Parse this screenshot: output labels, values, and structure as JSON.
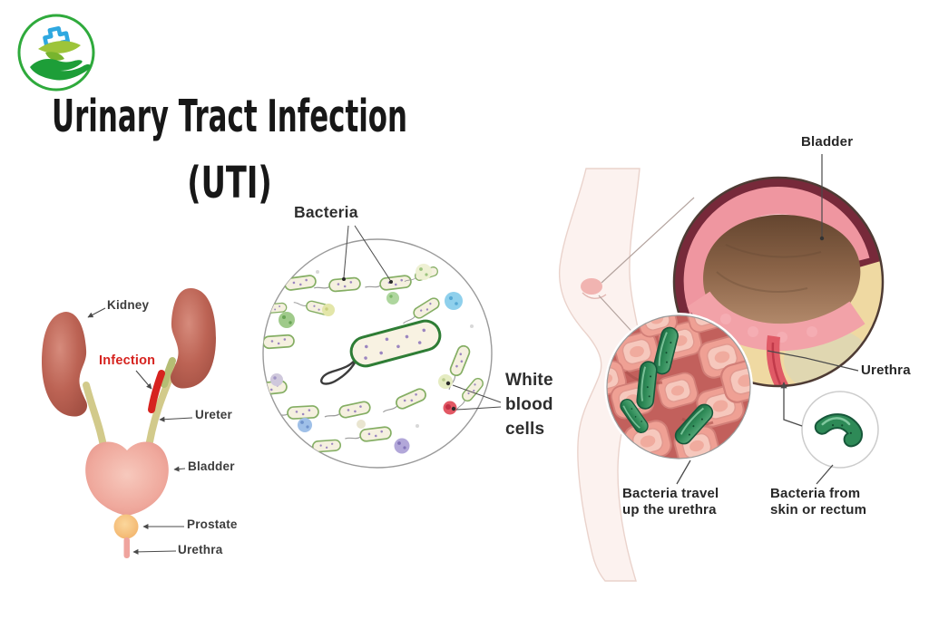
{
  "title": {
    "line1": "Urinary Tract Infection",
    "line2": "(UTI)"
  },
  "logo": {
    "name": "green-health-hand-leaf-cross-logo",
    "ring": "#2faa3c",
    "cross": "#2fa8e0",
    "leaf": "#9dc43a",
    "leaf_dark": "#78b42e",
    "hand": "#1d9e38"
  },
  "anatomy": {
    "labels": {
      "kidney": "Kidney",
      "infection": "Infection",
      "ureter": "Ureter",
      "bladder": "Bladder",
      "prostate": "Prostate",
      "urethra": "Urethra"
    },
    "colors": {
      "kidney": "#bc6354",
      "ureter": "#d2ca8b",
      "infection": "#d6231f",
      "bladder": "#efa89c",
      "prostate": "#f2b269"
    }
  },
  "microscopy": {
    "labels": {
      "bacteria": "Bacteria",
      "white_blood_cells": "White blood cells"
    },
    "colors": {
      "rod_fill": "#f5f0df",
      "rod_outline": "#84ae63",
      "big_rod_outline": "#2e7d35",
      "wbc_red": "#e25864",
      "wbc_blue": "#8fd0ec",
      "wbc_green": "#9fca8a",
      "wbc_purple": "#b2a7d9"
    }
  },
  "pathology": {
    "labels": {
      "bladder": "Bladder",
      "urethra": "Urethra",
      "travel": "Bacteria travel up the urethra",
      "skin": "Bacteria from skin or rectum"
    },
    "colors": {
      "muscle": "#77293a",
      "wall": "#ef96a0",
      "cavity": "#8a6347",
      "fat": "#efd9a2",
      "bacteria": "#2e8a57"
    }
  }
}
